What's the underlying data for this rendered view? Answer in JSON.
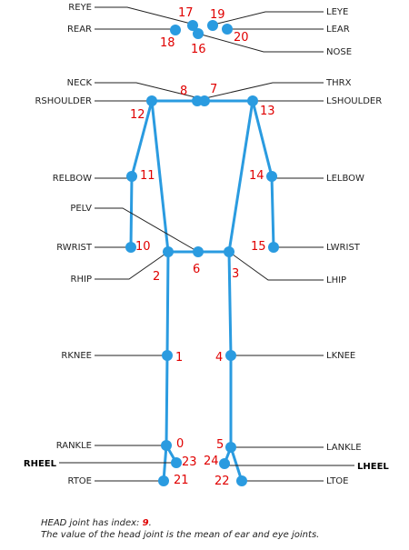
{
  "colors": {
    "bone": "#2a9be0",
    "joint": "#2a9be0",
    "index": "#e00000",
    "leader": "#222222"
  },
  "joints": {
    "head_top": {
      "reye": {
        "label": "REYE",
        "index": "17"
      },
      "leye": {
        "label": "LEYE",
        "index": "19"
      },
      "rear": {
        "label": "REAR",
        "index": "18"
      },
      "lear": {
        "label": "LEAR",
        "index": "20"
      },
      "nose": {
        "label": "NOSE",
        "index": "16"
      }
    },
    "upper": {
      "neck": {
        "label": "NECK",
        "index": "8"
      },
      "thrx": {
        "label": "THRX",
        "index": "7"
      },
      "rshoulder": {
        "label": "RSHOULDER",
        "index": "12"
      },
      "lshoulder": {
        "label": "LSHOULDER",
        "index": "13"
      },
      "relbow": {
        "label": "RELBOW",
        "index": "11"
      },
      "lelbow": {
        "label": "LELBOW",
        "index": "14"
      },
      "pelv": {
        "label": "PELV",
        "index": "6"
      },
      "rwrist": {
        "label": "RWRIST",
        "index": "10"
      },
      "lwrist": {
        "label": "LWRIST",
        "index": "15"
      },
      "rhip": {
        "label": "RHIP",
        "index": "2"
      },
      "lhip": {
        "label": "LHIP",
        "index": "3"
      }
    },
    "lower": {
      "rknee": {
        "label": "RKNEE",
        "index": "1"
      },
      "lknee": {
        "label": "LKNEE",
        "index": "4"
      },
      "rankle": {
        "label": "RANKLE",
        "index": "0"
      },
      "lankle": {
        "label": "LANKLE",
        "index": "5"
      },
      "rheel": {
        "label": "RHEEL",
        "index": "23"
      },
      "lheel": {
        "label": "LHEEL",
        "index": "24"
      },
      "rtoe": {
        "label": "RTOE",
        "index": "21"
      },
      "ltoe": {
        "label": "LTOE",
        "index": "22"
      }
    }
  },
  "note": {
    "line1_prefix": "HEAD joint has index: ",
    "line1_index": "9",
    "line1_suffix": ".",
    "line2": "The value of the head joint is the mean of ear and eye joints."
  }
}
